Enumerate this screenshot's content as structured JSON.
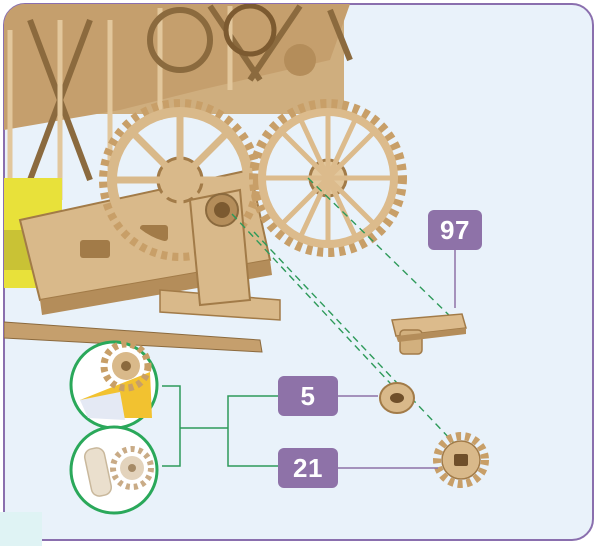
{
  "callouts": {
    "part_97": "97",
    "part_5": "5",
    "part_21": "21"
  },
  "colors": {
    "frame_border": "#8a6fae",
    "panel_background": "#e9f2fa",
    "badge_fill": "#8e72a8",
    "badge_text": "#ffffff",
    "wood": "#d9b98a",
    "wood_dark": "#b48d5a",
    "guide_line": "#2e9a5a",
    "circle_outline": "#2aa85a",
    "accent_yellow": "#e8e13a"
  },
  "icons": [
    "gear-icon",
    "peg-icon",
    "washer-icon",
    "small-gear-icon",
    "callout-circle-icon"
  ]
}
